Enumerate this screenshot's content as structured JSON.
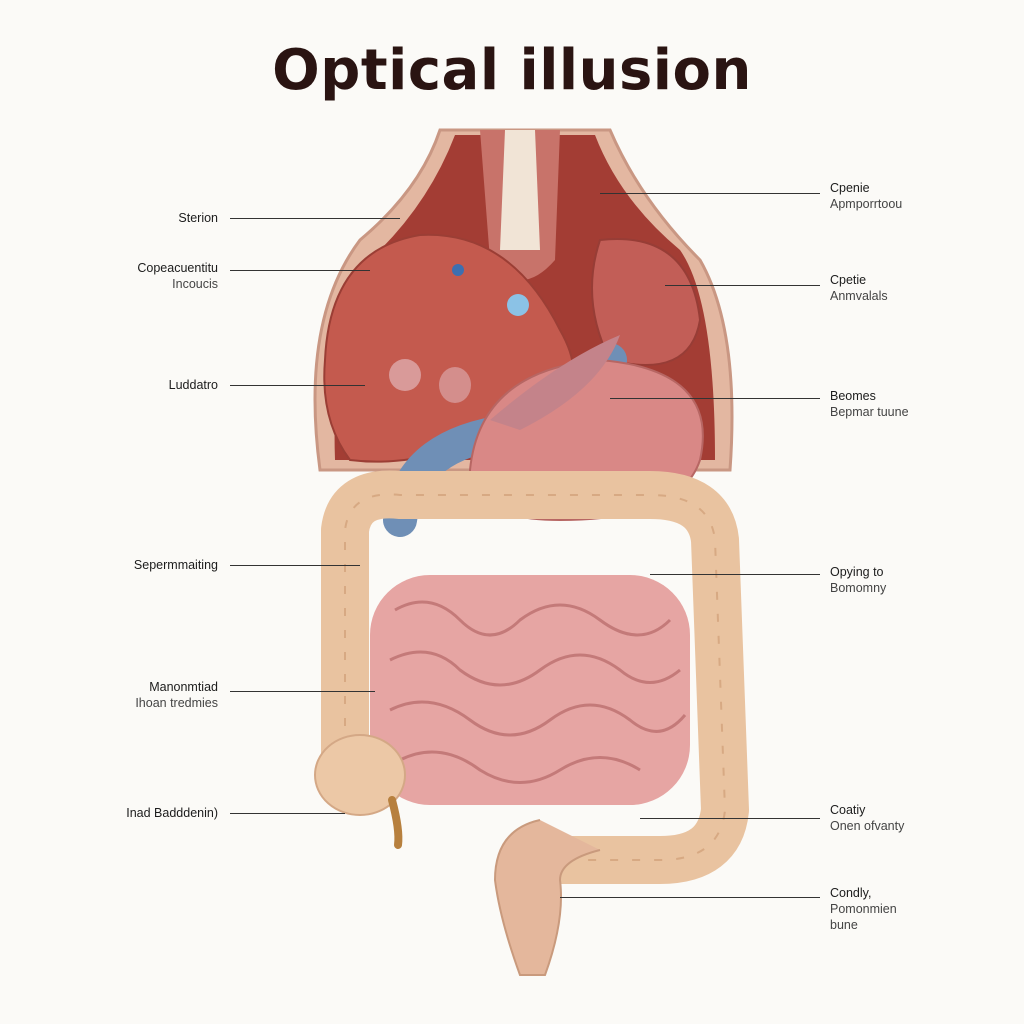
{
  "title": "Optical illusion",
  "left_labels": [
    {
      "lines": [
        "Sterion"
      ]
    },
    {
      "lines": [
        "Copeacuentitu",
        "Incoucis"
      ]
    },
    {
      "lines": [
        "Luddatro"
      ]
    },
    {
      "lines": [
        "Sepermmaiting"
      ]
    },
    {
      "lines": [
        "Manonmtiad",
        "Ihoan tredmies"
      ]
    },
    {
      "lines": [
        "Inad Badddenin)"
      ]
    }
  ],
  "right_labels": [
    {
      "lines": [
        "Cpenie",
        "Apmporrtoou"
      ]
    },
    {
      "lines": [
        "Cpetie",
        "Anmvalals"
      ]
    },
    {
      "lines": [
        "Beomes",
        "Bepmar tuune"
      ]
    },
    {
      "lines": [
        "Opying to",
        "Bomomny"
      ]
    },
    {
      "lines": [
        "Coatiy",
        "Onen ofvanty"
      ]
    },
    {
      "lines": [
        "Condly,",
        "Pomonmien",
        "bune"
      ]
    }
  ],
  "colors": {
    "liver": "#c45a4e",
    "stomach": "#d98886",
    "colon": "#e9c3a0",
    "intestine": "#e6a5a3",
    "vessel": "#6f8fb6"
  }
}
